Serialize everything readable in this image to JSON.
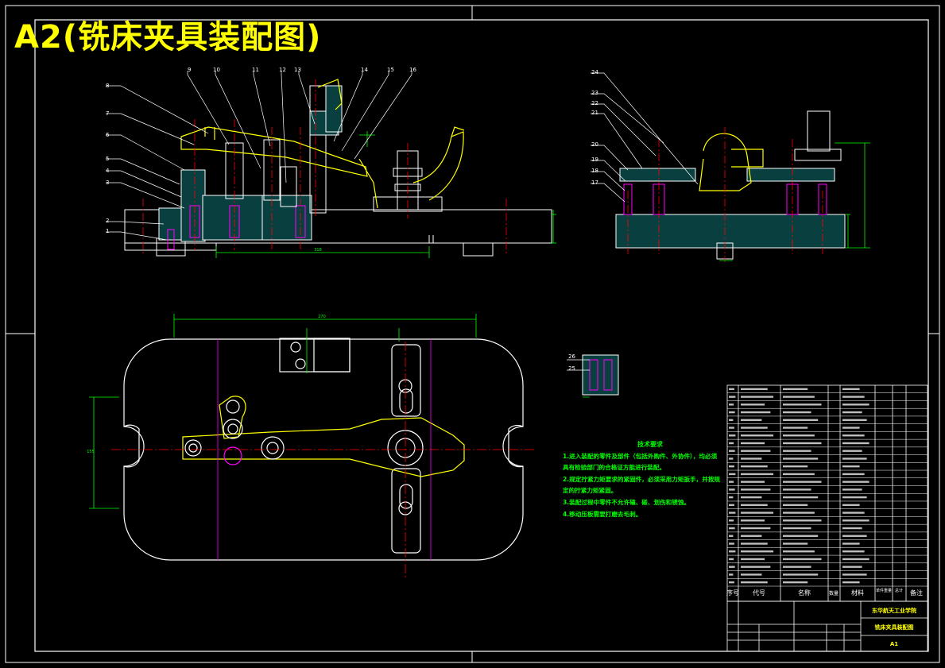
{
  "drawing_title": "A2(铣床夹具装配图)",
  "tech_requirements": {
    "heading": "技术要求",
    "items": [
      "1.进入装配的零件及部件（包括外购件、外协件），均必须",
      "具有检验部门的合格证方能进行装配。",
      "2.规定拧紧力矩要求的紧固件，必须采用力矩扳手，并按规",
      "定的拧紧力矩紧固。",
      "3.装配过程中零件不允许磕、碰、划伤和锈蚀。",
      "4.移动压板需要打磨去毛刺。"
    ]
  },
  "balloons_front": [
    "1",
    "2",
    "3",
    "4",
    "5",
    "6",
    "7",
    "8",
    "9",
    "10",
    "11",
    "12",
    "13",
    "14",
    "15",
    "16"
  ],
  "balloons_side": [
    "24",
    "23",
    "22",
    "21",
    "20",
    "19",
    "18",
    "17"
  ],
  "balloons_section": [
    "26",
    "25"
  ],
  "dimensions": {
    "front_length": "318",
    "top_length": "270",
    "top_width": "155"
  },
  "colors": {
    "outline": "#ffffff",
    "part": "#ffff00",
    "centerline": "#ff0000",
    "dimension": "#00ff00",
    "hatch": "#00ffff",
    "magenta": "#ff00ff",
    "title": "#ffff00"
  },
  "bom_header": [
    "序号",
    "代号",
    "名称",
    "数量",
    "材料",
    "单件重量",
    "总计",
    "备注"
  ],
  "title_block": {
    "school": "东华航天工业学院",
    "drawing_name": "铣床夹具装配图",
    "sheet": "A1"
  }
}
